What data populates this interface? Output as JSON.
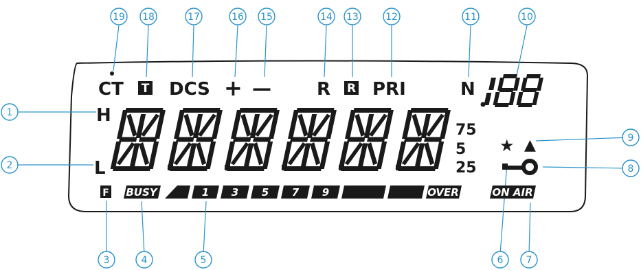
{
  "callouts": {
    "c1": "1",
    "c2": "2",
    "c3": "3",
    "c4": "4",
    "c5": "5",
    "c6": "6",
    "c7": "7",
    "c8": "8",
    "c9": "9",
    "c10": "10",
    "c11": "11",
    "c12": "12",
    "c13": "13",
    "c14": "14",
    "c15": "15",
    "c16": "16",
    "c17": "17",
    "c18": "18",
    "c19": "19"
  },
  "lcd": {
    "ct": "CT",
    "tone_box": "T",
    "dcs": "DCS",
    "plus": "+",
    "minus": "—",
    "r": "R",
    "r_box": "R",
    "pri": "PRI",
    "n": "N",
    "h": "H",
    "l": "L",
    "freq_75": "75",
    "freq_5": "5",
    "freq_25": "25",
    "f_box": "F",
    "busy": "BUSY",
    "seg_1": "1",
    "seg_3": "3",
    "seg_5": "5",
    "seg_7": "7",
    "seg_9": "9",
    "over": "OVER",
    "on_air": "ON AIR",
    "star": "★",
    "triangle": "▲"
  },
  "colors": {
    "callout": "#2a93cc",
    "segment": "#1a1a1a",
    "outline": "#1a1a1a"
  },
  "icons": {
    "key": "key-icon",
    "star": "star-icon",
    "triangle": "triangle-icon"
  }
}
